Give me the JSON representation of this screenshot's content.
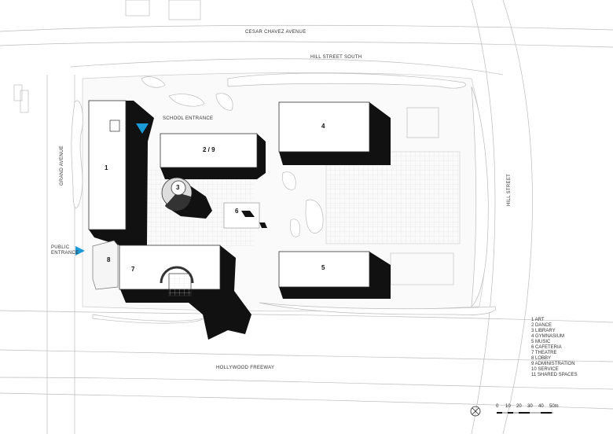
{
  "streets": {
    "north": "CESAR CHAVEZ AVENUE",
    "north_inner": "HILL STREET SOUTH",
    "east": "HILL STREET",
    "west": "GRAND AVENUE",
    "south": "HOLLYWOOD FREEWAY"
  },
  "entrances": {
    "school": "SCHOOL ENTRANCE",
    "public_line1": "PUBLIC",
    "public_line2": "ENTRANCE",
    "marker_color": "#1a9ad6"
  },
  "building_numbers": {
    "art": "1",
    "dance_admin": "2 / 9",
    "library": "3",
    "gymnasium": "4",
    "music": "5",
    "cafeteria": "6",
    "theatre": "7",
    "lobby": "8"
  },
  "legend": [
    "1  ART",
    "2  DANCE",
    "3  LIBRARY",
    "4  GYMNASIUM",
    "5  MUSIC",
    "6  CAFETERIA",
    "7  THEATRE",
    "8  LOBBY",
    "9  ADMINISTRATION",
    "10  SERVICE",
    "11  SHARED SPACES"
  ],
  "scale_bar": [
    "0",
    "10",
    "20",
    "30",
    "40",
    "50m"
  ]
}
